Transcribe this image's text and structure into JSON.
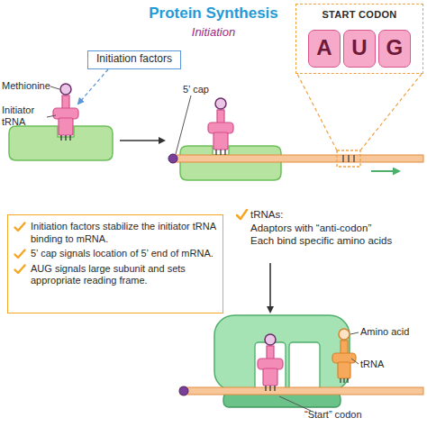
{
  "diagram": {
    "title": "Protein Synthesis",
    "nodes": [
      {
        "text": [
          "START CODON"
        ]
      },
      {
        "text": [
          "A"
        ],
        "in": 0
      },
      {
        "text": [
          "U"
        ],
        "in": 0
      },
      {
        "text": [
          "G"
        ],
        "in": 0
      },
      {
        "text": [
          "Initiation factors"
        ]
      },
      {
        "text": [
          "Initiation factors stabilize the initiator tRNA binding to mRNA.",
          "5’ cap signals location of 5’ end of mRNA.",
          "AUG signals large subunit and sets appropriate reading frame."
        ]
      }
    ],
    "labels": [
      "Initiation",
      "Methionine",
      "Initiator tRNA",
      "5’ cap",
      "tRNAs:",
      "Adaptors with “anti-codon”",
      "Each bind specific amino acids",
      "Amino acid",
      "tRNA",
      "“Start” codon"
    ]
  }
}
